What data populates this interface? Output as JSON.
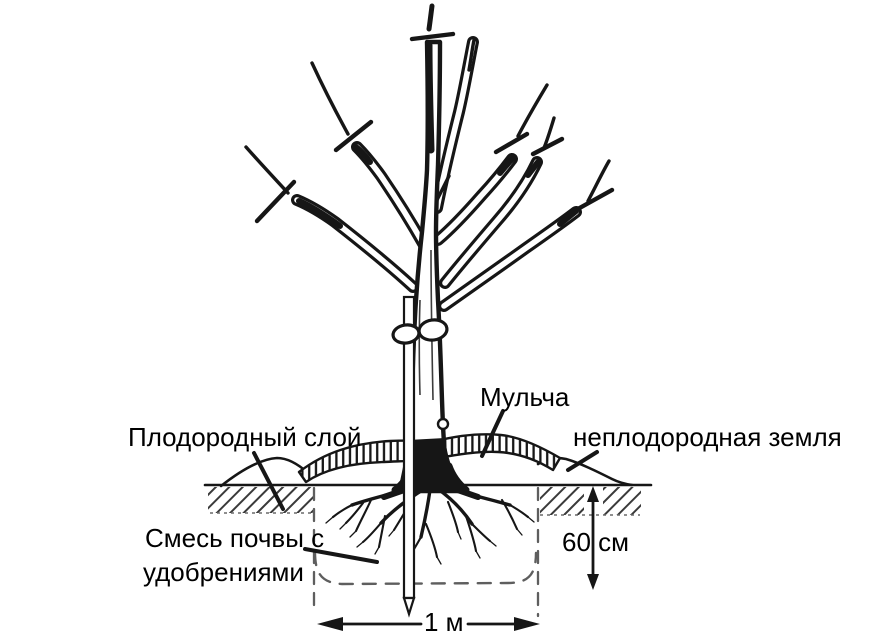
{
  "figure": {
    "kind": "tree-planting-scheme-line-drawing",
    "labels": {
      "mulch": "Мульча",
      "fertile_layer": "Плодородный слой",
      "infertile_soil": "неплодородная земля",
      "soil_mix_line1": "Смесь почвы с",
      "soil_mix_line2": "удобрениями"
    },
    "measurements": {
      "pit_depth": "60 см",
      "pit_width": "1 м"
    },
    "colors": {
      "ink": "#161616",
      "background": "#ffffff",
      "pit_dash": "#5e5e5e"
    }
  }
}
